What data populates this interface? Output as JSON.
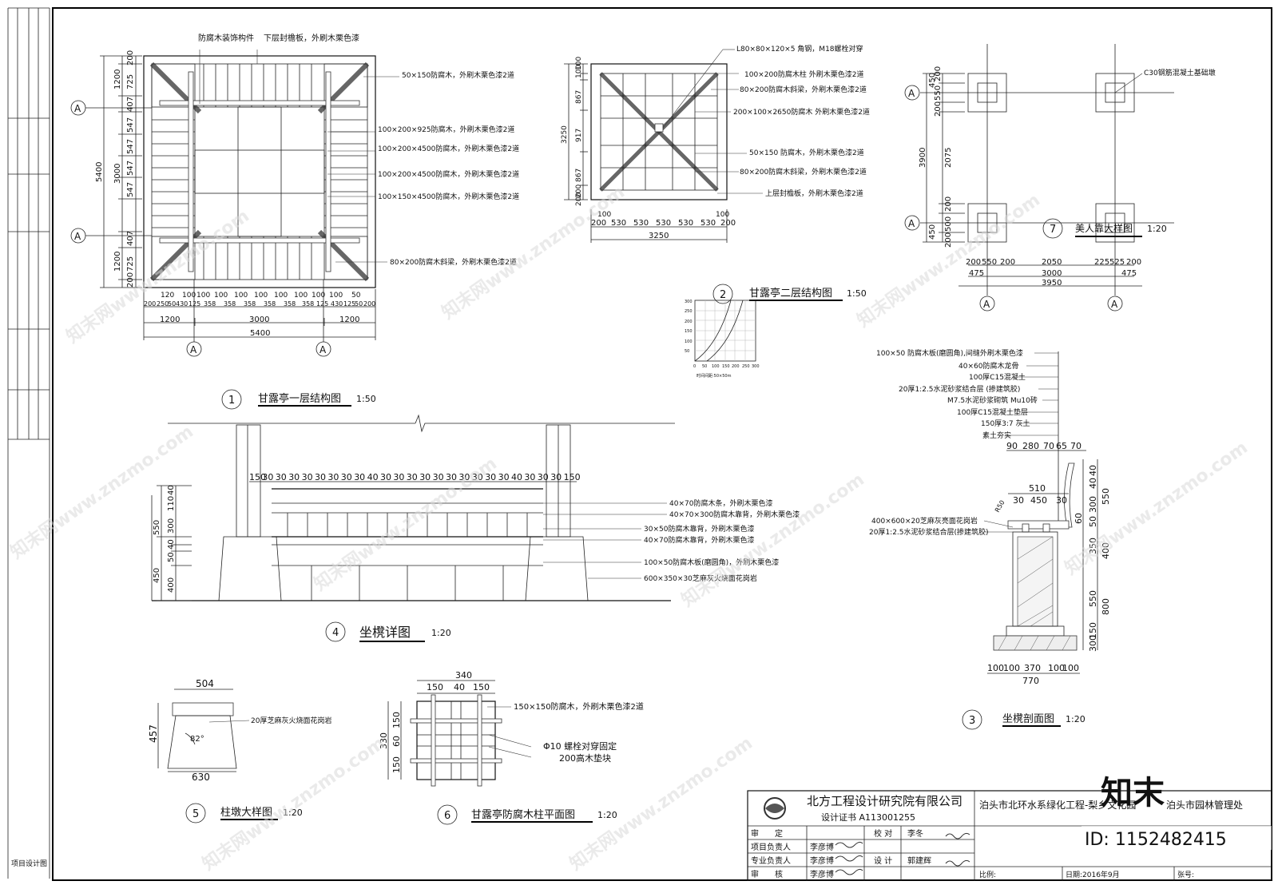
{
  "side_strip": {
    "bottom_label": "项目设计图"
  },
  "drawing1": {
    "number": "1",
    "title": "甘露亭一层结构图",
    "scale": "1:50",
    "labels": [
      "防腐木装饰构件",
      "下层封檐板，外刷木栗色漆",
      "50×150防腐木，外刷木栗色漆2道",
      "100×200×925防腐木，外刷木栗色漆2道",
      "100×200×4500防腐木，外刷木栗色漆2道",
      "100×200×4500防腐木，外刷木栗色漆2道",
      "100×150×4500防腐木，外刷木栗色漆2道",
      "80×200防腐木斜梁，外刷木栗色漆2道"
    ],
    "left_dims": [
      "200",
      "725",
      "1200",
      "407",
      "547",
      "547",
      "3000",
      "547",
      "547",
      "407",
      "1200",
      "725",
      "200",
      "5400"
    ],
    "bottom_dims_row1": [
      "120",
      "100",
      "100",
      "100",
      "100",
      "100",
      "100",
      "100",
      "100",
      "100",
      "50"
    ],
    "bottom_dims_row2": [
      "200",
      "250",
      "50",
      "430",
      "125",
      "358",
      "358",
      "358",
      "358",
      "358",
      "358",
      "125",
      "430",
      "125",
      "50",
      "200"
    ],
    "bottom_dims_row3": [
      "1200",
      "3000",
      "1200"
    ],
    "bottom_total": "5400",
    "axis": "A"
  },
  "drawing2": {
    "number": "2",
    "title": "甘露亭二层结构图",
    "scale": "1:50",
    "labels": [
      "L80×80×120×5 角钢，M18螺栓对穿",
      "100×200防腐木柱 外刷木栗色漆2道",
      "80×200防腐木斜梁，外刷木栗色漆2道",
      "200×100×2650防腐木 外刷木栗色漆2道",
      "50×150 防腐木，外刷木栗色漆2道",
      "80×200防腐木斜梁，外刷木栗色漆2道",
      "上层封檐板，外刷木栗色漆2道"
    ],
    "left_dims": [
      "100",
      "100",
      "867",
      "917",
      "867",
      "200",
      "200",
      "3250"
    ],
    "bottom_dims_row1": [
      "100",
      "100"
    ],
    "bottom_dims_row2": [
      "200",
      "530",
      "530",
      "530",
      "530",
      "530",
      "200"
    ],
    "bottom_total": "3250"
  },
  "mini_chart": {
    "y_ticks": [
      "300",
      "250",
      "200",
      "150",
      "100",
      "50"
    ],
    "x_ticks": [
      "0",
      "50",
      "100",
      "150",
      "200",
      "250",
      "300"
    ],
    "caption": "时间间距:50×50m"
  },
  "drawing7": {
    "number": "7",
    "title": "美人靠大样图",
    "scale": "1:20",
    "label": "C30钢筋混凝土基础墩",
    "left_dims": [
      "200",
      "550",
      "450",
      "200",
      "2075",
      "3900",
      "200",
      "500",
      "200",
      "450"
    ],
    "bottom_dims_row1": [
      "200",
      "550",
      "200",
      "2050",
      "225",
      "525",
      "200"
    ],
    "bottom_dims_row2": [
      "475",
      "3000",
      "475"
    ],
    "bottom_total": "3950",
    "axis": "A"
  },
  "drawing3": {
    "number": "3",
    "title": "坐櫈剖面图",
    "scale": "1:20",
    "labels": [
      "100×50 防腐木板(磨圆角),间缝外刷木栗色漆",
      "40×60防腐木龙骨",
      "100厚C15混凝土",
      "20厚1:2.5水泥砂浆结合层 (掺建筑胶)",
      "M7.5水泥砂浆砌筑 Mu10砖",
      "100厚C15混凝土垫层",
      "150厚3:7 灰土",
      "素土夯实",
      "400×600×20芝麻灰亮面花岗岩",
      "20厚1:2.5水泥砂浆结合层(掺建筑胶)"
    ],
    "top_dims": [
      "90",
      "280",
      "70",
      "65",
      "70"
    ],
    "mid_dims": [
      "510",
      "30",
      "450",
      "30"
    ],
    "right_dims": [
      "40",
      "40",
      "300",
      "550",
      "50",
      "60",
      "350",
      "400",
      "550",
      "800",
      "150",
      "300"
    ],
    "bottom_dims": [
      "100",
      "100",
      "370",
      "100",
      "100"
    ],
    "bottom_total": "770",
    "angle": "R50"
  },
  "drawing4": {
    "number": "4",
    "title": "坐櫈详图",
    "scale": "1:20",
    "labels": [
      "40×70防腐木条，外刷木栗色漆",
      "40×70×300防腐木靠背，外刷木栗色漆",
      "30×50防腐木靠背，外刷木栗色漆",
      "40×70防腐木靠背，外刷木栗色漆",
      "100×50防腐木板(磨圆角)，外刷木栗色漆",
      "600×350×30芝麻灰火烧面花岗岩"
    ],
    "top_dims": [
      "150",
      "30",
      "30",
      "30",
      "30",
      "30",
      "30",
      "30",
      "30",
      "40",
      "30",
      "30",
      "30",
      "30",
      "30",
      "30",
      "30",
      "30",
      "30",
      "30",
      "40",
      "30",
      "30",
      "30",
      "150"
    ],
    "left_dims": [
      "40",
      "110",
      "550",
      "300",
      "40",
      "50",
      "450",
      "400"
    ]
  },
  "drawing5": {
    "number": "5",
    "title": "柱墩大样图",
    "scale": "1:20",
    "label": "20厚芝麻灰火烧面花岗岩",
    "top_dim": "504",
    "bottom_dim": "630",
    "height_dim": "457",
    "angle": "82°"
  },
  "drawing6": {
    "number": "6",
    "title": "甘露亭防腐木柱平面图",
    "scale": "1:20",
    "labels": [
      "150×150防腐木，外刷木栗色漆2道",
      "Φ10 螺栓对穿固定",
      "200高木垫块"
    ],
    "top_dims": [
      "340",
      "150",
      "40",
      "150"
    ],
    "left_dims": [
      "150",
      "60",
      "150",
      "330"
    ]
  },
  "title_block": {
    "company": "北方工程设计研究院有限公司",
    "certificate": "设计证书 A113001255",
    "project": "泊头市北环水系绿化工程-梨乡文化园",
    "client": "泊头市园林管理处",
    "rows": [
      {
        "role": "审　　定",
        "name": ""
      },
      {
        "role": "项目负责人",
        "name": "李彦博"
      },
      {
        "role": "专业负责人",
        "name": "李彦博"
      },
      {
        "role": "审　　核",
        "name": "李彦博"
      }
    ],
    "check_label": "校 对",
    "check_name": "李冬",
    "design_label": "设 计",
    "design_name": "郭建辉",
    "scale_label": "比例:",
    "date_label": "日期:2016年9月",
    "sheet_label": "张号:"
  },
  "watermark": {
    "text": "知末网www.znzmo.com",
    "brand": "知末",
    "id": "ID: 1152482415"
  }
}
